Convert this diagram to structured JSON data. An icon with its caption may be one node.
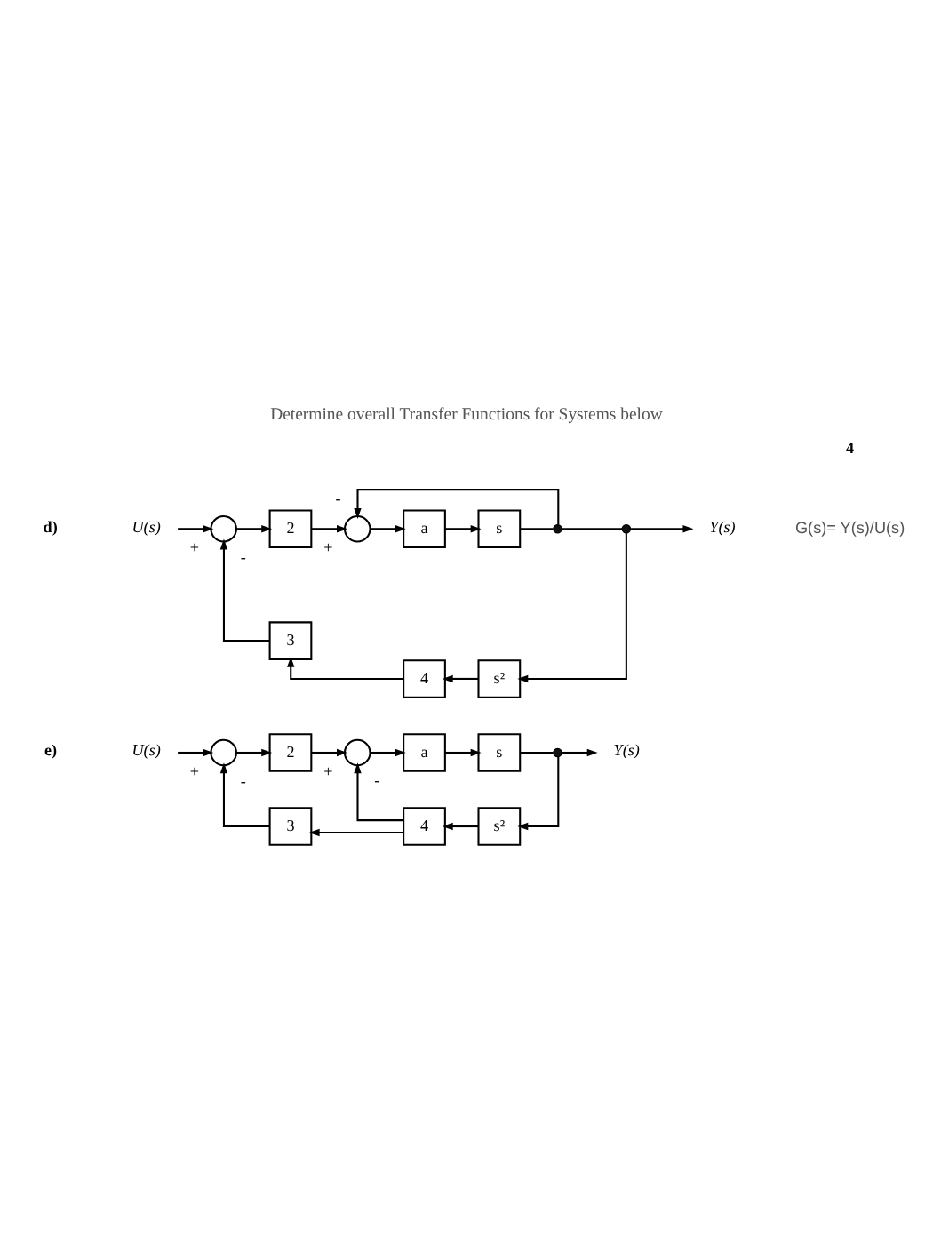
{
  "diagram": {
    "title": "Determine overall Transfer Functions for Systems below",
    "nodes": [
      {
        "text": [
          "U(s)"
        ]
      },
      {
        "text": [],
        "shape": "circle"
      },
      {
        "text": [
          "2"
        ]
      },
      {
        "text": [],
        "shape": "circle"
      },
      {
        "text": [
          "a"
        ]
      },
      {
        "text": [
          "s"
        ]
      },
      {
        "text": [],
        "shape": "dot"
      },
      {
        "text": [],
        "shape": "dot"
      },
      {
        "text": [
          "Y(s)"
        ]
      },
      {
        "text": [
          "s²"
        ]
      },
      {
        "text": [
          "4"
        ]
      },
      {
        "text": [
          "3"
        ]
      },
      {
        "text": [
          "U(s)"
        ]
      },
      {
        "text": [],
        "shape": "circle"
      },
      {
        "text": [
          "2"
        ]
      },
      {
        "text": [],
        "shape": "circle"
      },
      {
        "text": [
          "a"
        ]
      },
      {
        "text": [
          "s"
        ]
      },
      {
        "text": [],
        "shape": "dot"
      },
      {
        "text": [
          "Y(s)"
        ]
      },
      {
        "text": [
          "s²"
        ]
      },
      {
        "text": [
          "4"
        ]
      },
      {
        "text": [
          "3"
        ]
      }
    ],
    "edges": [
      {
        "from": 0,
        "to": 1,
        "arrow": "to",
        "label": "+"
      },
      {
        "from": 1,
        "to": 2,
        "arrow": "to"
      },
      {
        "from": 2,
        "to": 3,
        "arrow": "to",
        "label": "+"
      },
      {
        "from": 3,
        "to": 4,
        "arrow": "to"
      },
      {
        "from": 4,
        "to": 5,
        "arrow": "to"
      },
      {
        "from": 5,
        "to": 6,
        "arrow": "none"
      },
      {
        "from": 6,
        "to": 7,
        "arrow": "none"
      },
      {
        "from": 7,
        "to": 8,
        "arrow": "to"
      },
      {
        "from": 6,
        "to": 3,
        "arrow": "to",
        "label": "-"
      },
      {
        "from": 7,
        "to": 9,
        "arrow": "to"
      },
      {
        "from": 9,
        "to": 10,
        "arrow": "to"
      },
      {
        "from": 10,
        "to": 11,
        "arrow": "to"
      },
      {
        "from": 11,
        "to": 1,
        "arrow": "to",
        "label": "-"
      },
      {
        "from": 12,
        "to": 13,
        "arrow": "to",
        "label": "+"
      },
      {
        "from": 13,
        "to": 14,
        "arrow": "to"
      },
      {
        "from": 14,
        "to": 15,
        "arrow": "to",
        "label": "+"
      },
      {
        "from": 15,
        "to": 16,
        "arrow": "to"
      },
      {
        "from": 16,
        "to": 17,
        "arrow": "to"
      },
      {
        "from": 17,
        "to": 18,
        "arrow": "none"
      },
      {
        "from": 18,
        "to": 19,
        "arrow": "to"
      },
      {
        "from": 18,
        "to": 20,
        "arrow": "to"
      },
      {
        "from": 20,
        "to": 21,
        "arrow": "to"
      },
      {
        "from": 21,
        "to": 22,
        "arrow": "to"
      },
      {
        "from": 21,
        "to": 15,
        "arrow": "to",
        "label": "-"
      },
      {
        "from": 22,
        "to": 13,
        "arrow": "to",
        "label": "-"
      }
    ],
    "labels": [
      "4",
      "d)",
      "G(s)= Y(s)/U(s)",
      "e)"
    ]
  }
}
